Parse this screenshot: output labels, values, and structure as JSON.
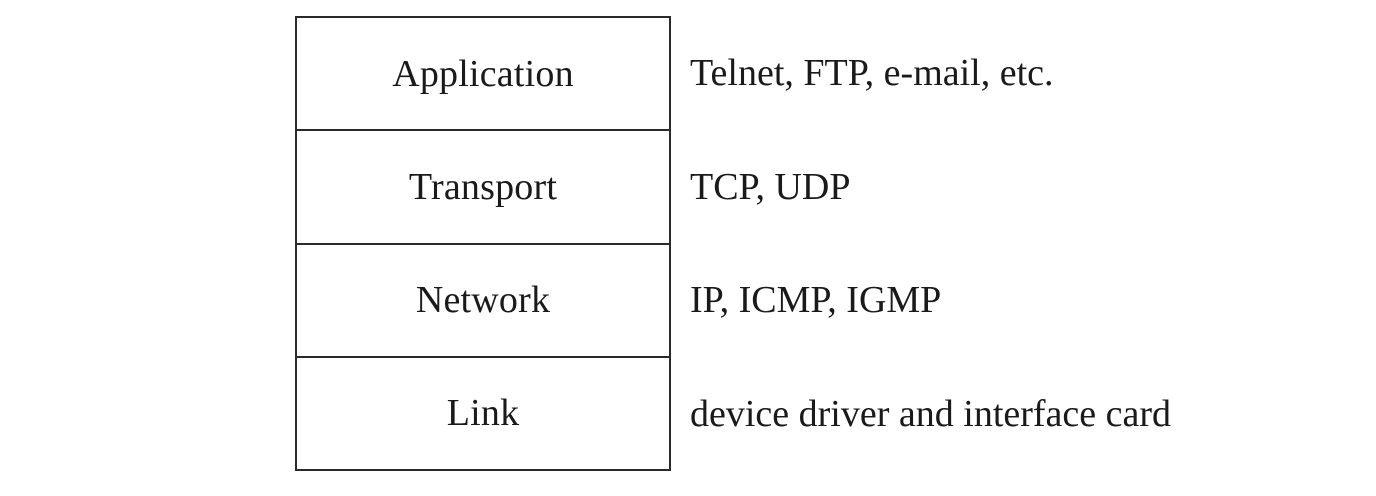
{
  "diagram": {
    "layers": [
      {
        "name": "Application",
        "protocols": "Telnet, FTP, e-mail, etc."
      },
      {
        "name": "Transport",
        "protocols": "TCP, UDP"
      },
      {
        "name": "Network",
        "protocols": "IP, ICMP, IGMP"
      },
      {
        "name": "Link",
        "protocols": "device driver and interface card"
      }
    ]
  }
}
